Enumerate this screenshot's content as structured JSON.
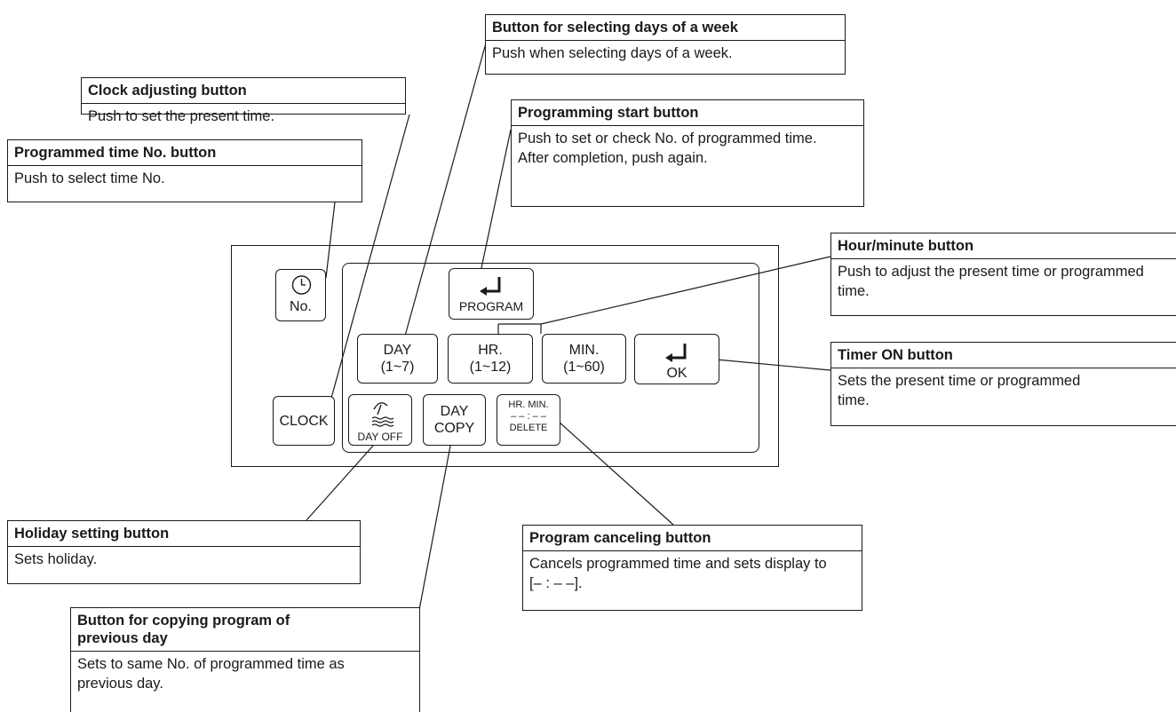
{
  "callouts": {
    "clock_adjusting": {
      "title": "Clock adjusting button",
      "body": "Push to set the present time."
    },
    "programmed_no": {
      "title": "Programmed time No. button",
      "body": "Push to select time No."
    },
    "days_of_week": {
      "title": "Button for selecting days of a week",
      "body": "Push when selecting days of a week."
    },
    "programming_start": {
      "title": "Programming start button",
      "body": "Push to set or check No. of programmed time. After completion, push again."
    },
    "hour_minute": {
      "title": "Hour/minute button",
      "body": "Push to adjust the present time or programmed time."
    },
    "timer_on": {
      "title": "Timer ON button",
      "body": "Sets the present time or programmed time."
    },
    "holiday": {
      "title": "Holiday setting button",
      "body": "Sets holiday."
    },
    "copy_previous_day": {
      "title": "Button for copying program of previous day",
      "body": "Sets to same No. of programmed time as previous day."
    },
    "program_canceling": {
      "title": "Program canceling button",
      "body": "Cancels programmed time and sets display to [– : – –]."
    }
  },
  "buttons": {
    "no": {
      "label": "No.",
      "icon": "clock-icon"
    },
    "program": {
      "label": "PROGRAM",
      "icon": "enter-arrow-icon"
    },
    "day": {
      "line1": "DAY",
      "line2": "(1~7)"
    },
    "hr": {
      "line1": "HR.",
      "line2": "(1~12)"
    },
    "min": {
      "line1": "MIN.",
      "line2": "(1~60)"
    },
    "ok": {
      "label": "OK",
      "icon": "enter-arrow-icon"
    },
    "clock": {
      "label": "CLOCK"
    },
    "day_off": {
      "label": "DAY OFF",
      "icon": "beach-umbrella-icon"
    },
    "day_copy": {
      "line1": "DAY",
      "line2": "COPY"
    },
    "delete": {
      "line1": "HR. MIN.",
      "line2": "– – : – –",
      "line3": "DELETE"
    }
  }
}
